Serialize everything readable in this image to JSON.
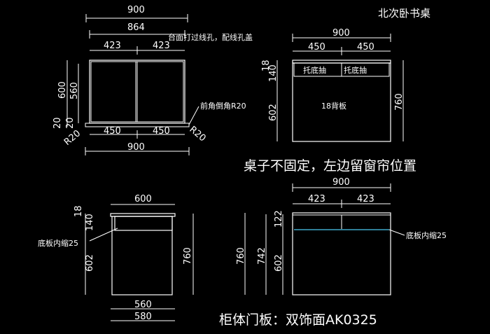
{
  "title": "北次卧书桌",
  "colors": {
    "background": "#000000",
    "line": "#ffffff",
    "accent_line": "#3fa7c9"
  },
  "plan_view": {
    "dim_overall_top": "900",
    "dim_inner": "864",
    "dim_left_part": "423",
    "dim_right_part": "423",
    "note_top": "台面打过线孔，配线孔盖",
    "dim_height_outer": "600",
    "dim_height_inner": "560",
    "dim_small_1": "20",
    "dim_small_2": "20",
    "corner_left": "R20",
    "corner_right": "R20",
    "note_corner": "前角倒角R20",
    "dim_bottom_left": "450",
    "dim_bottom_right": "450",
    "dim_overall_bottom": "900"
  },
  "front_view": {
    "dim_overall": "900",
    "dim_left": "450",
    "dim_right": "450",
    "dim_18": "18",
    "dim_140": "140",
    "dim_602": "602",
    "dim_760": "760",
    "drawer_left": "托底抽",
    "drawer_right": "托底抽",
    "back_panel": "18背板",
    "note": "桌子不固定，左边留窗帘位置"
  },
  "side_view": {
    "dim_top": "600",
    "dim_18": "18",
    "dim_140": "140",
    "dim_602": "602",
    "dim_760": "760",
    "note": "底板内缩25",
    "dim_560": "560",
    "dim_580": "580"
  },
  "rear_view": {
    "dim_overall": "900",
    "dim_left": "423",
    "dim_right": "423",
    "dim_122": "122",
    "dim_760": "760",
    "dim_742": "742",
    "dim_602": "602",
    "note": "底板内缩25"
  },
  "footer": "柜体门板：双饰面AK0325"
}
